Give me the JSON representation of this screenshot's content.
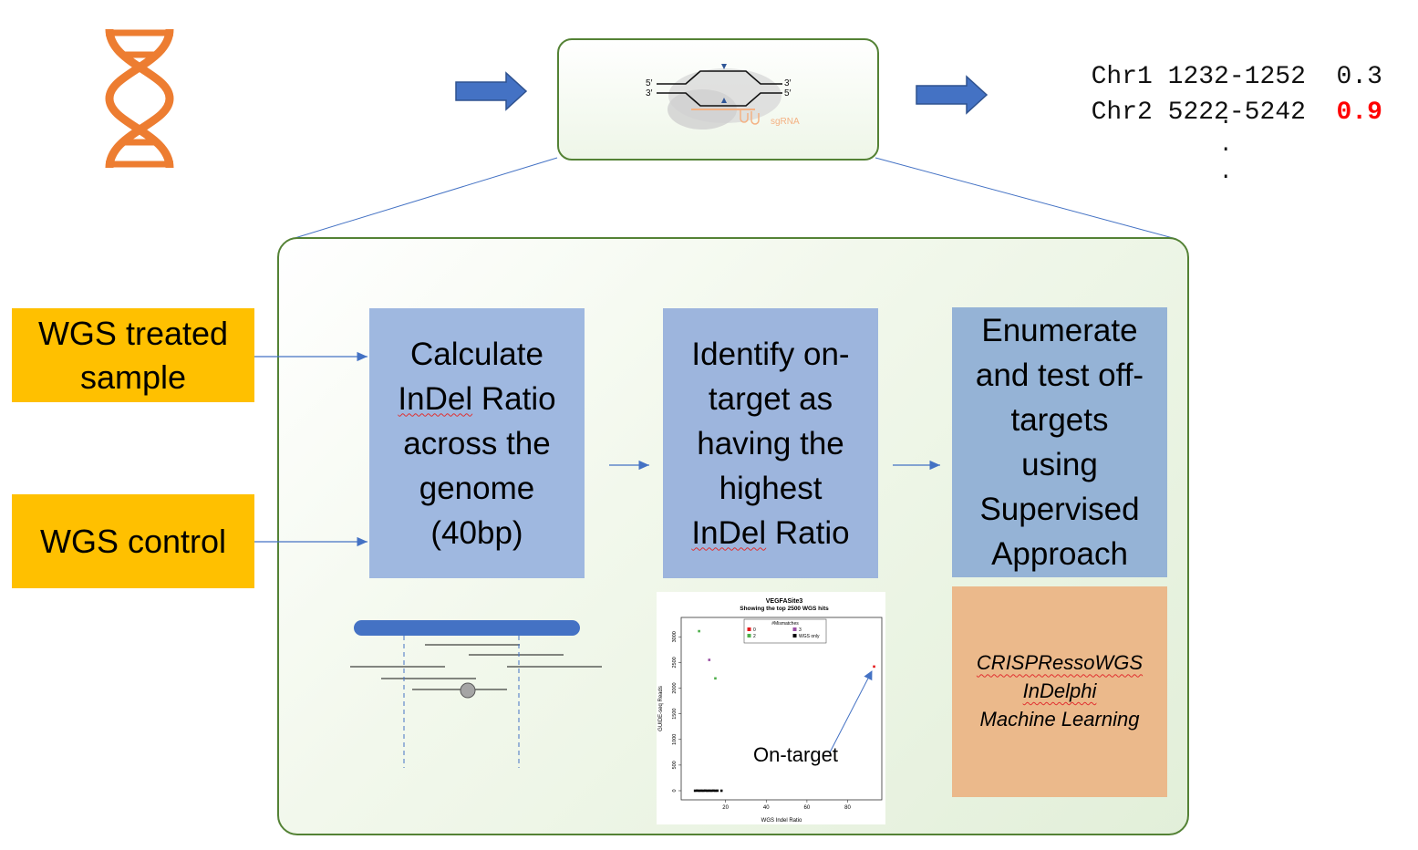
{
  "inputs": {
    "treated": "WGS treated\nsample",
    "control": "WGS control"
  },
  "steps": [
    {
      "line1": "Calculate",
      "line2_underlined": "InDel",
      "line2_rest": " Ratio",
      "rest": "across the\ngenome\n(40bp)"
    },
    {
      "text_top": "Identify on-\ntarget as\nhaving the\nhighest",
      "last_underlined": "InDel",
      "last_rest": " Ratio"
    },
    {
      "text": "Enumerate\nand test off-\ntargets\nusing\nSupervised\nApproach"
    }
  ],
  "tools": [
    "CRISPRessoWGS",
    "InDelphi",
    "Machine Learning"
  ],
  "results": {
    "rows": [
      {
        "chr": "Chr1",
        "range": "1232-1252",
        "score": "0.3",
        "color": "#111111"
      },
      {
        "chr": "Chr2",
        "range": "5222-5242",
        "score": "0.9",
        "color": "#ff0000"
      }
    ],
    "ellipsis": [
      ".",
      ".",
      "."
    ]
  },
  "enzyme": {
    "left_top": "5′",
    "left_bottom": "3′",
    "right_top": "3′",
    "right_bottom": "5′",
    "guide_label": "sgRNA"
  },
  "annotation": "On-target",
  "chart_data": {
    "type": "scatter",
    "title": "VEGFASite3",
    "subtitle": "Showing the top 2500 WGS hits",
    "xlabel": "WGS Indel Ratio",
    "ylabel": "GUIDE-seq Reads",
    "xlim": [
      0,
      95
    ],
    "ylim": [
      0,
      3200
    ],
    "xticks": [
      "20",
      "40",
      "60",
      "80"
    ],
    "yticks": [
      "0",
      "500",
      "1000",
      "1500",
      "2000",
      "2500",
      "3000"
    ],
    "legend": {
      "title": "#Mismatches",
      "position": "top-center",
      "entries": [
        {
          "label": "0",
          "color": "#e41a1c"
        },
        {
          "label": "2",
          "color": "#4daf4a"
        },
        {
          "label": "3",
          "color": "#984ea3"
        },
        {
          "label": "WGS only",
          "color": "#000000"
        }
      ]
    },
    "series": [
      {
        "name": "0",
        "color": "#e41a1c",
        "points": [
          [
            93,
            2420
          ]
        ]
      },
      {
        "name": "2",
        "color": "#4daf4a",
        "points": [
          [
            7,
            3110
          ],
          [
            15,
            2190
          ]
        ]
      },
      {
        "name": "3",
        "color": "#984ea3",
        "points": [
          [
            12,
            2550
          ]
        ]
      },
      {
        "name": "WGS only",
        "color": "#000000",
        "points": [
          [
            5,
            0
          ],
          [
            6,
            2
          ],
          [
            7,
            0
          ],
          [
            8,
            1
          ],
          [
            9,
            0
          ],
          [
            10,
            2
          ],
          [
            11,
            0
          ],
          [
            12,
            1
          ],
          [
            13,
            0
          ],
          [
            14,
            2
          ],
          [
            15,
            0
          ],
          [
            16,
            1
          ],
          [
            18,
            0
          ]
        ]
      }
    ]
  }
}
